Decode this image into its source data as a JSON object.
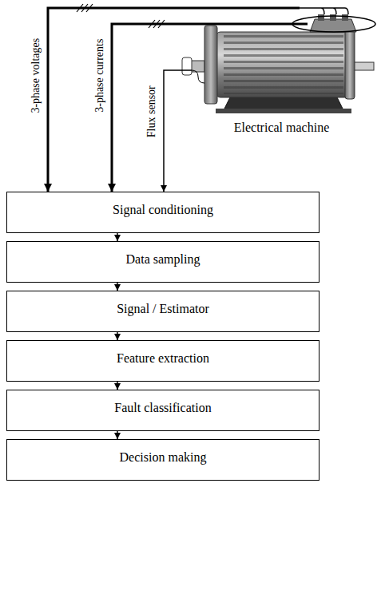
{
  "diagram": {
    "nodes": [
      {
        "text": [
          "Electrical machine"
        ]
      },
      {
        "text": [
          "Signal conditioning"
        ]
      },
      {
        "text": [
          "Data sampling"
        ]
      },
      {
        "text": [
          "Signal / Estimator"
        ]
      },
      {
        "text": [
          "Feature extraction"
        ]
      },
      {
        "text": [
          "Fault classification"
        ]
      },
      {
        "text": [
          "Decision making"
        ]
      }
    ],
    "edges": [
      {
        "from": 0,
        "to": 1,
        "arrow": "to",
        "label": "3-phase voltages"
      },
      {
        "from": 0,
        "to": 1,
        "arrow": "to",
        "label": "3-phase currents"
      },
      {
        "from": 0,
        "to": 1,
        "arrow": "to",
        "label": "Flux sensor"
      },
      {
        "from": 1,
        "to": 2,
        "arrow": "to"
      },
      {
        "from": 2,
        "to": 3,
        "arrow": "to"
      },
      {
        "from": 3,
        "to": 4,
        "arrow": "to"
      },
      {
        "from": 4,
        "to": 5,
        "arrow": "to"
      },
      {
        "from": 5,
        "to": 6,
        "arrow": "to"
      }
    ]
  }
}
